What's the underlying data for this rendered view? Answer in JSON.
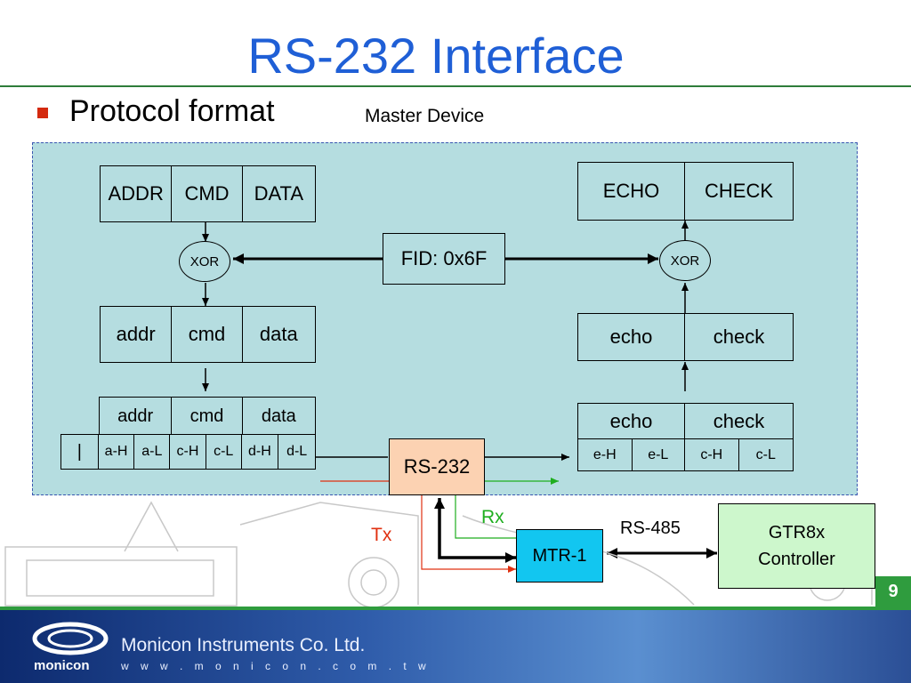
{
  "title": "RS-232 Interface",
  "bullet": "Protocol format",
  "master_label": "Master Device",
  "master_top_row": [
    "ADDR",
    "CMD",
    "DATA"
  ],
  "master_mid_row": [
    "addr",
    "cmd",
    "data"
  ],
  "master_split_header": [
    "addr",
    "cmd",
    "data"
  ],
  "master_split_row": [
    "|",
    "a-H",
    "a-L",
    "c-H",
    "c-L",
    "d-H",
    "d-L"
  ],
  "xor_label": "XOR",
  "fid_label": "FID: 0x6F",
  "echo_top_row": [
    "ECHO",
    "CHECK"
  ],
  "echo_mid_row": [
    "echo",
    "check"
  ],
  "echo_split_header": [
    "echo",
    "check"
  ],
  "echo_split_row": [
    "e-H",
    "e-L",
    "c-H",
    "c-L"
  ],
  "rs232_label": "RS-232",
  "mtr_label": "MTR-1",
  "gtr_label": "GTR8x Controller",
  "rs485_label": "RS-485",
  "tx_label": "Tx",
  "rx_label": "Rx",
  "page_number": "9",
  "company": "Monicon Instruments Co. Ltd.",
  "website": "w w w . m o n i c o n . c o m . t w",
  "brand": "monicon",
  "colors": {
    "title": "#1f5fd6",
    "panel": "#b5dde0",
    "rs232_box": "#fcd2b2",
    "mtr_box": "#12c6f0",
    "gtr_box": "#cdf7cc",
    "tx": "#e03010",
    "rx": "#1fae1f"
  }
}
